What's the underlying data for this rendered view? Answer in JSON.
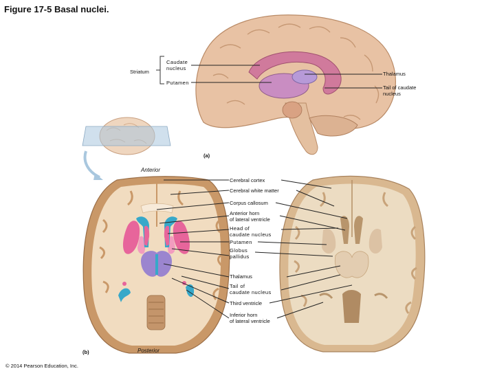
{
  "figure": {
    "title": "Figure 17-5  Basal nuclei.",
    "credit": "© 2014 Pearson Education, Inc."
  },
  "panel_a": {
    "part_label": "(a)",
    "striatum": "Striatum",
    "caudate": [
      "Caudate",
      "nucleus"
    ],
    "putamen": "Putamen",
    "thalamus": "Thalamus",
    "tail": [
      "Tail of caudate",
      "nucleus"
    ]
  },
  "panel_b": {
    "part_label": "(b)",
    "anterior": "Anterior",
    "posterior": "Posterior",
    "labels": {
      "cerebral_cortex": "Cerebral cortex",
      "white_matter": "Cerebral white matter",
      "corpus_callosum": "Corpus callosum",
      "anterior_horn": [
        "Anterior horn",
        "of lateral ventricle"
      ],
      "head_caudate": [
        "Head of",
        "caudate nucleus"
      ],
      "putamen": "Putamen",
      "globus": [
        "Globus",
        "pallidus"
      ],
      "thalamus": "Thalamus",
      "tail_caudate": [
        "Tail of",
        "caudate nucleus"
      ],
      "third_ventricle": "Third ventricle",
      "inferior_horn": [
        "Inferior horn",
        "of lateral ventricle"
      ]
    }
  },
  "colors": {
    "caudate": "#e7659b",
    "thalamus": "#9b85cf",
    "ventricle": "#37a8c9",
    "brain": "#e9c7a6",
    "cortex": "#c99868",
    "photo": "#e6d2b5"
  }
}
